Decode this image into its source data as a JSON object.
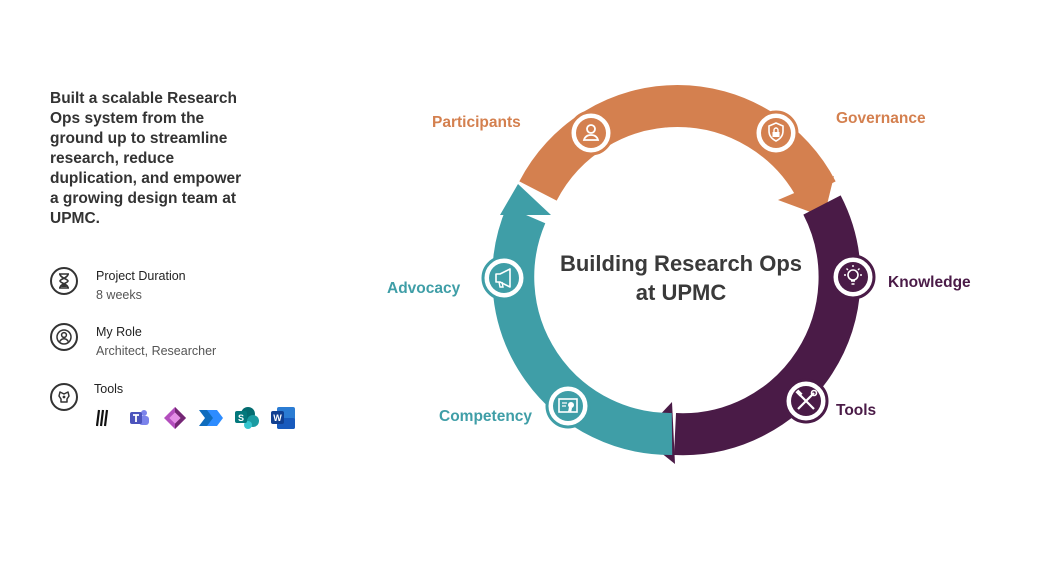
{
  "intro": "Built a scalable Research Ops system from the ground up to streamline research, reduce duplication, and empower a growing design team at UPMC.",
  "meta": {
    "duration_label": "Project Duration",
    "duration_value": "8 weeks",
    "role_label": "My Role",
    "role_value": "Architect, Researcher",
    "tools_label": "Tools",
    "tools": [
      "dovetail-icon",
      "teams-icon",
      "power-apps-icon",
      "power-automate-icon",
      "sharepoint-icon",
      "word-icon"
    ]
  },
  "diagram": {
    "center_line1": "Building Research Ops",
    "center_line2": "at UPMC",
    "stages": [
      {
        "name": "Participants",
        "color": "#D4804F",
        "icon": "person-icon"
      },
      {
        "name": "Governance",
        "color": "#D4804F",
        "icon": "shield-lock-icon"
      },
      {
        "name": "Knowledge",
        "color": "#4A1B47",
        "icon": "lightbulb-icon"
      },
      {
        "name": "Tools",
        "color": "#4A1B47",
        "icon": "hammer-wrench-icon"
      },
      {
        "name": "Competency",
        "color": "#3F9EA7",
        "icon": "certificate-icon"
      },
      {
        "name": "Advocacy",
        "color": "#3F9EA7",
        "icon": "megaphone-icon"
      }
    ]
  },
  "colors": {
    "orange": "#D4804F",
    "purple": "#4A1B47",
    "teal": "#3F9EA7"
  }
}
